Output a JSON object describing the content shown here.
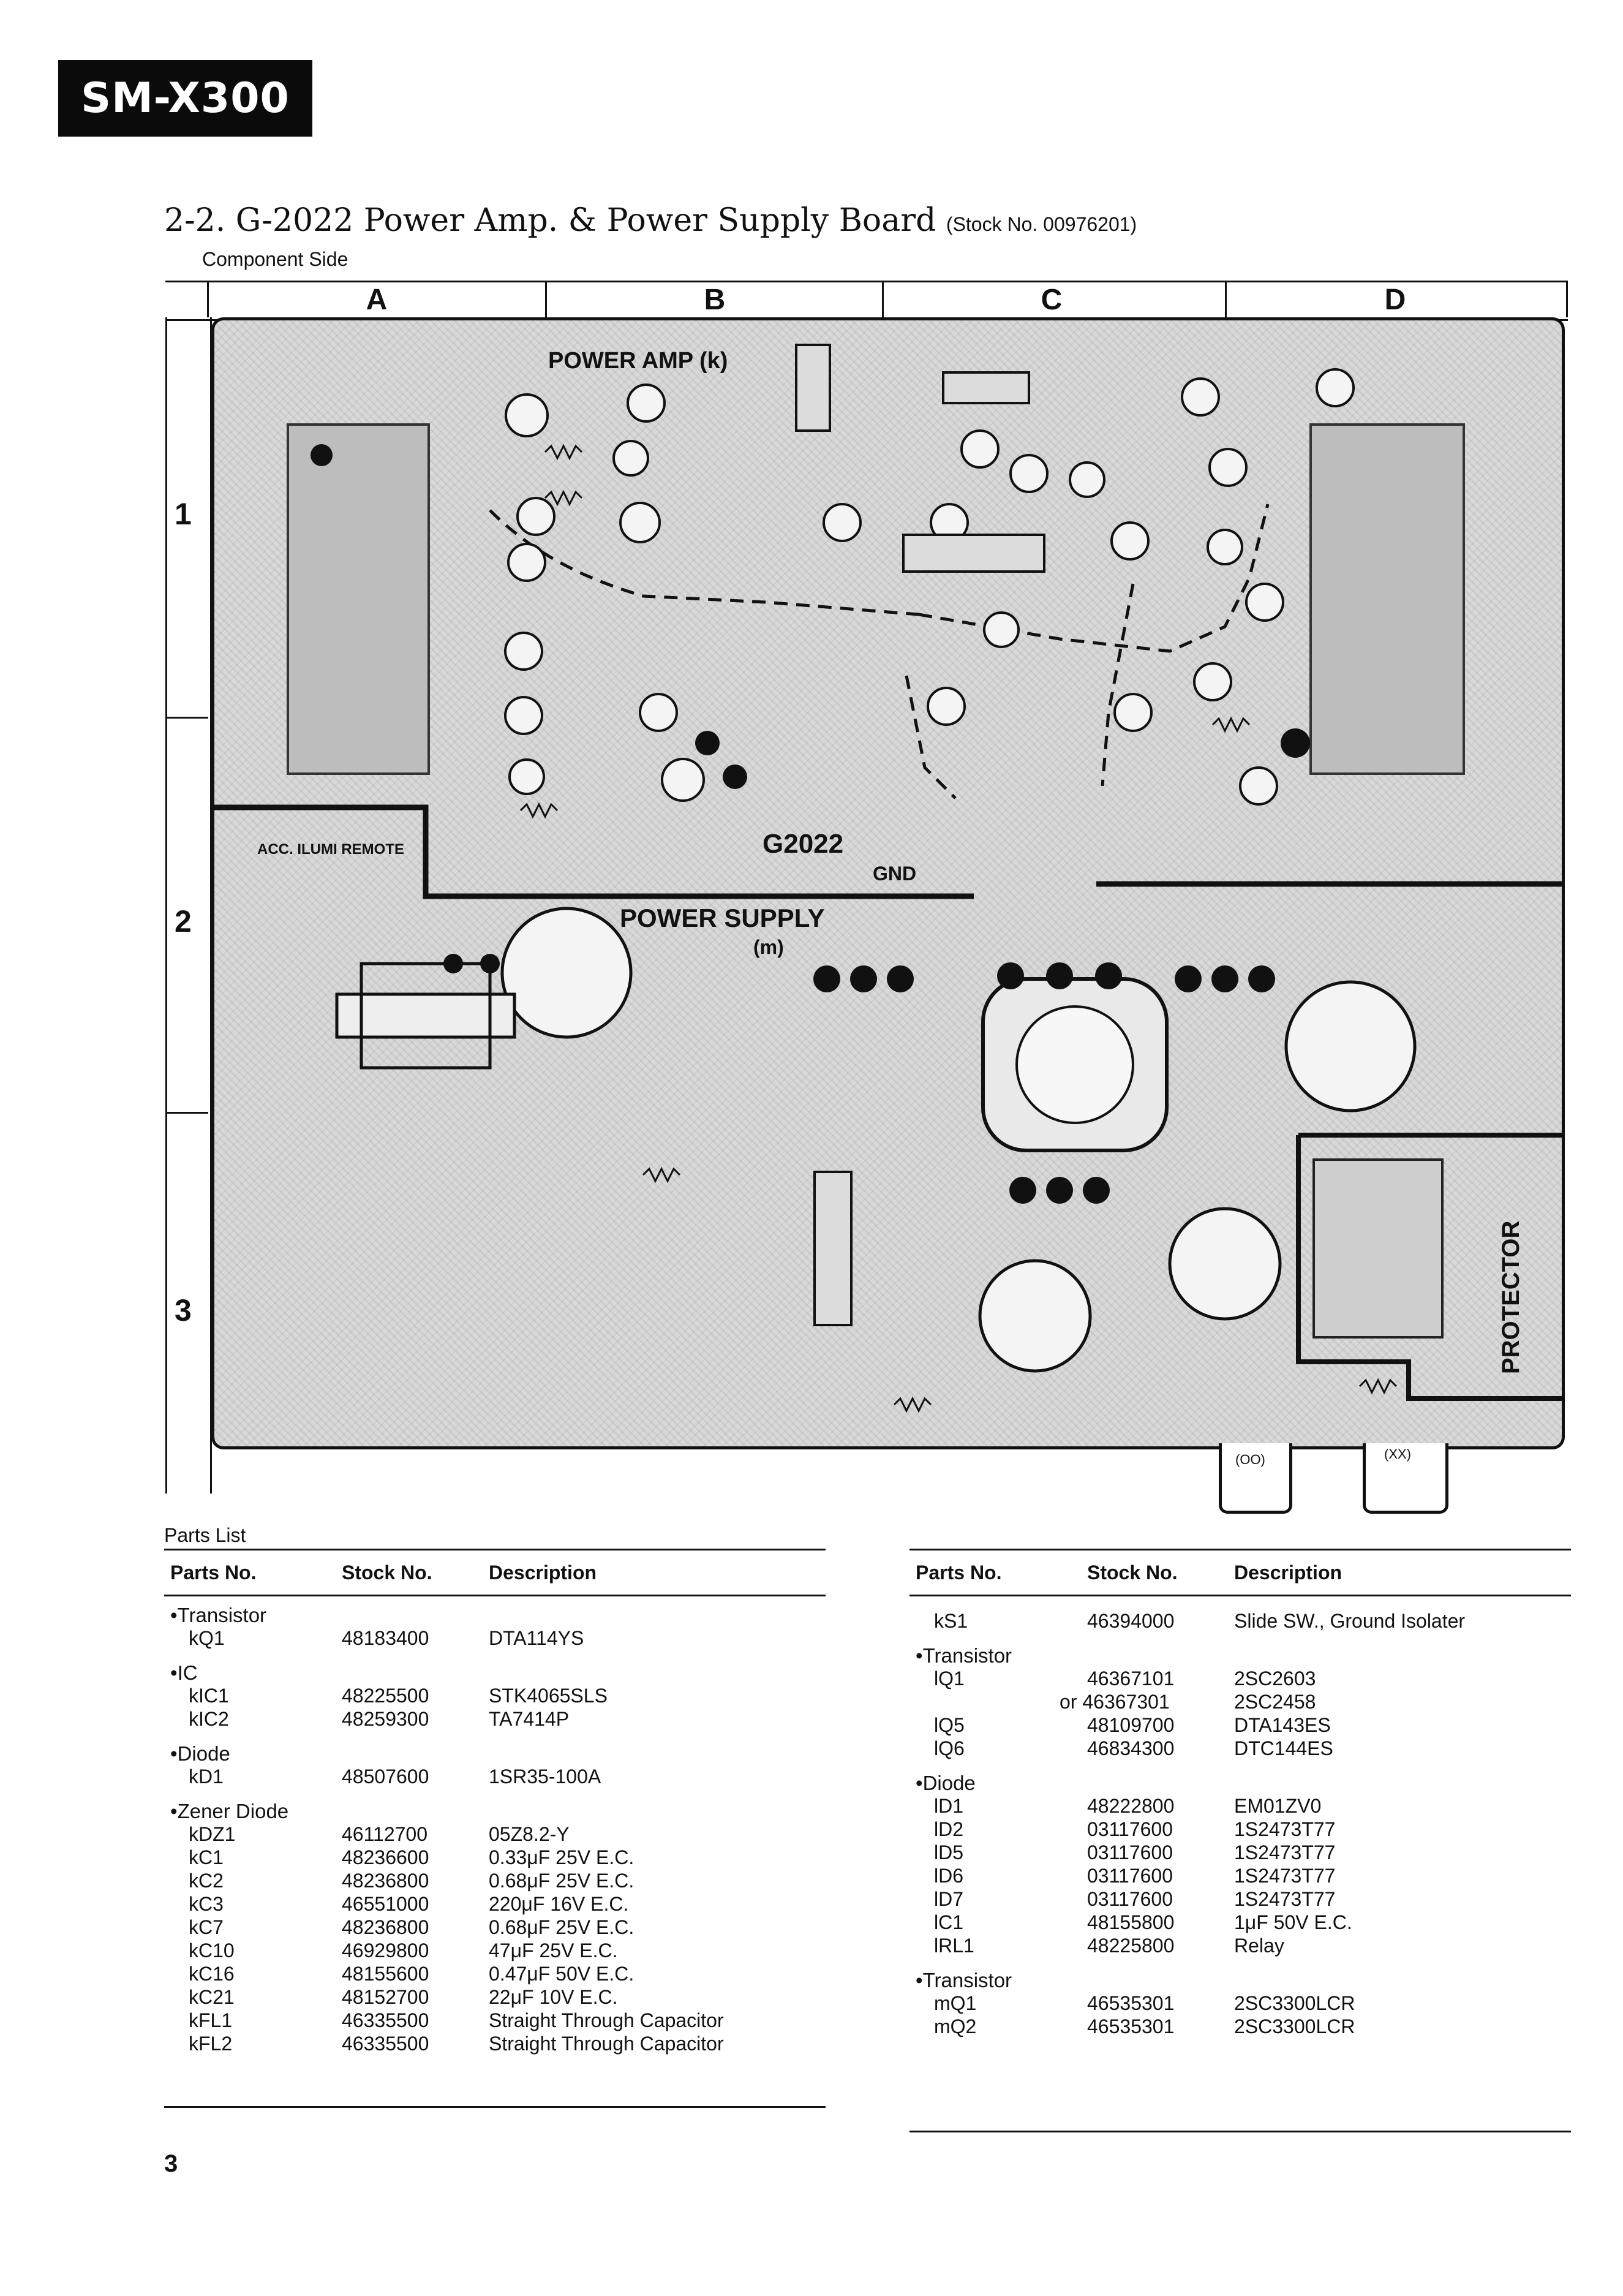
{
  "header": {
    "model_badge": "SM-X300",
    "section_title": "2-2. G-2022 Power Amp. & Power Supply Board",
    "stock_note": "(Stock No. 00976201)",
    "subtitle": "Component Side"
  },
  "board": {
    "columns": [
      "A",
      "B",
      "C",
      "D"
    ],
    "rows": [
      "1",
      "2",
      "3"
    ],
    "labels": {
      "power_amp": "POWER AMP (k)",
      "power_supply": "POWER SUPPLY",
      "power_supply_suffix": "(m)",
      "board_id": "G2022",
      "gnd": "GND",
      "protector": "PROTECTOR",
      "acc_illumi_remote": "ACC. ILUMI REMOTE",
      "tab_left": "(OO)",
      "tab_right": "(XX)"
    }
  },
  "parts_list": {
    "heading": "Parts List",
    "columns": [
      "Parts No.",
      "Stock No.",
      "Description"
    ],
    "left": [
      {
        "cat": "Transistor"
      },
      {
        "part": "kQ1",
        "stock": "48183400",
        "desc": "DTA114YS"
      },
      {
        "cat": "IC"
      },
      {
        "part": "kIC1",
        "stock": "48225500",
        "desc": "STK4065SLS"
      },
      {
        "part": "kIC2",
        "stock": "48259300",
        "desc": "TA7414P"
      },
      {
        "cat": "Diode"
      },
      {
        "part": "kD1",
        "stock": "48507600",
        "desc": "1SR35-100A"
      },
      {
        "cat": "Zener Diode"
      },
      {
        "part": "kDZ1",
        "stock": "46112700",
        "desc": "05Z8.2-Y"
      },
      {
        "part": "kC1",
        "stock": "48236600",
        "desc": "0.33μF 25V E.C."
      },
      {
        "part": "kC2",
        "stock": "48236800",
        "desc": "0.68μF 25V E.C."
      },
      {
        "part": "kC3",
        "stock": "46551000",
        "desc": "220μF 16V E.C."
      },
      {
        "part": "kC7",
        "stock": "48236800",
        "desc": "0.68μF 25V E.C."
      },
      {
        "part": "kC10",
        "stock": "46929800",
        "desc": "47μF 25V E.C."
      },
      {
        "part": "kC16",
        "stock": "48155600",
        "desc": "0.47μF 50V E.C."
      },
      {
        "part": "kC21",
        "stock": "48152700",
        "desc": "22μF 10V E.C."
      },
      {
        "part": "kFL1",
        "stock": "46335500",
        "desc": "Straight Through Capacitor"
      },
      {
        "part": "kFL2",
        "stock": "46335500",
        "desc": "Straight Through Capacitor"
      }
    ],
    "right": [
      {
        "part": "kS1",
        "stock": "46394000",
        "desc": "Slide SW., Ground Isolater"
      },
      {
        "cat": "Transistor"
      },
      {
        "part": "lQ1",
        "stock": "46367101",
        "desc": "2SC2603"
      },
      {
        "part": "",
        "stock": "or 46367301",
        "desc": "2SC2458"
      },
      {
        "part": "lQ5",
        "stock": "48109700",
        "desc": "DTA143ES"
      },
      {
        "part": "lQ6",
        "stock": "46834300",
        "desc": "DTC144ES"
      },
      {
        "cat": "Diode"
      },
      {
        "part": "lD1",
        "stock": "48222800",
        "desc": "EM01ZV0"
      },
      {
        "part": "lD2",
        "stock": "03117600",
        "desc": "1S2473T77"
      },
      {
        "part": "lD5",
        "stock": "03117600",
        "desc": "1S2473T77"
      },
      {
        "part": "lD6",
        "stock": "03117600",
        "desc": "1S2473T77"
      },
      {
        "part": "lD7",
        "stock": "03117600",
        "desc": "1S2473T77"
      },
      {
        "part": "lC1",
        "stock": "48155800",
        "desc": "1μF 50V E.C."
      },
      {
        "part": "lRL1",
        "stock": "48225800",
        "desc": "Relay"
      },
      {
        "cat": "Transistor"
      },
      {
        "part": "mQ1",
        "stock": "46535301",
        "desc": "2SC3300LCR"
      },
      {
        "part": "mQ2",
        "stock": "46535301",
        "desc": "2SC3300LCR"
      }
    ]
  },
  "page_number": "3"
}
